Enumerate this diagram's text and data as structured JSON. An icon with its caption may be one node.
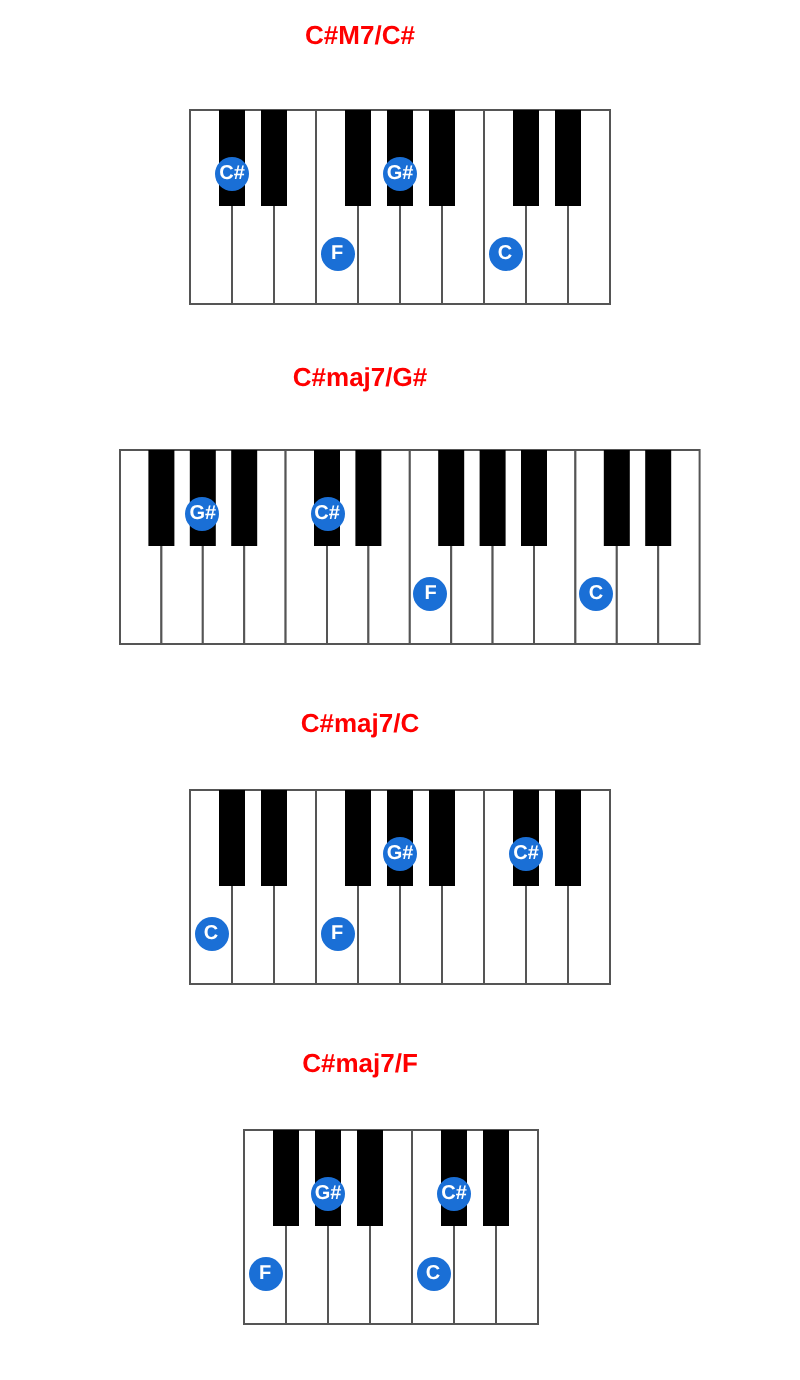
{
  "diagram": {
    "nodes": [
      {
        "text": [
          "C#"
        ]
      },
      {
        "text": [
          "G#"
        ]
      },
      {
        "text": [
          "F"
        ]
      },
      {
        "text": [
          "C"
        ]
      },
      {
        "text": [
          "G#"
        ]
      },
      {
        "text": [
          "C#"
        ]
      },
      {
        "text": [
          "F"
        ]
      },
      {
        "text": [
          "C"
        ]
      },
      {
        "text": [
          "G#"
        ]
      },
      {
        "text": [
          "C#"
        ]
      },
      {
        "text": [
          "C"
        ]
      },
      {
        "text": [
          "F"
        ]
      },
      {
        "text": [
          "G#"
        ]
      },
      {
        "text": [
          "C#"
        ]
      },
      {
        "text": [
          "F"
        ]
      },
      {
        "text": [
          "C"
        ]
      }
    ],
    "labels": [
      "C#M7/C#",
      "C#maj7/G#",
      "C#maj7/C",
      "C#maj7/F"
    ]
  }
}
